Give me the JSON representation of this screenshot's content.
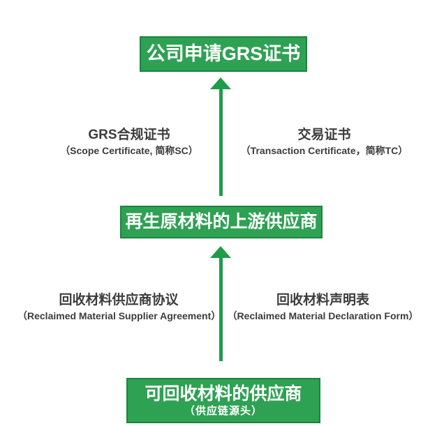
{
  "title": "GRS certification supply-chain flow diagram",
  "colors": {
    "background": "#ffffff",
    "box_fill": "#2ea153",
    "box_border": "#1a8440",
    "box_text": "#ffffff",
    "arrow": "#1f9c4a",
    "label_text": "#3c3c3c"
  },
  "nodes": {
    "top": {
      "label": "公司申请GRS证书"
    },
    "middle": {
      "label": "再生原材料的上游供应商"
    },
    "bottom": {
      "label": "可回收材料的供应商",
      "sublabel": "（供应链源头）"
    }
  },
  "annotations": {
    "upper_left": {
      "title": "GRS合规证书",
      "subtitle": "（Scope Certificate, 简称SC）"
    },
    "upper_right": {
      "title": "交易证书",
      "subtitle": "（Transaction Certificate，简称TC）"
    },
    "lower_left": {
      "title": "回收材料供应商协议",
      "subtitle": "（Reclaimed Material Supplier Agreement）"
    },
    "lower_right": {
      "title": "回收材料声明表",
      "subtitle": "（Reclaimed Material Declaration Form）"
    }
  },
  "icons": {
    "arrow_1": "up-arrow",
    "arrow_2": "up-arrow"
  }
}
